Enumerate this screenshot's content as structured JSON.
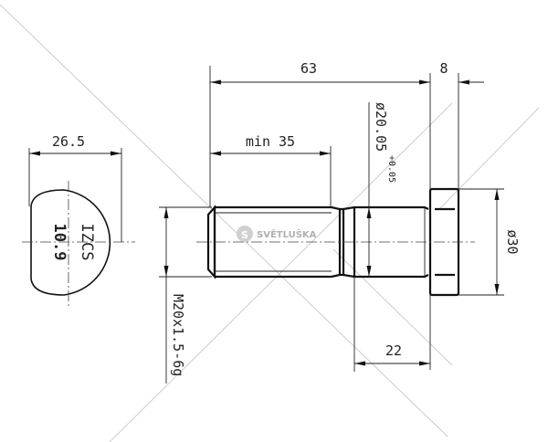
{
  "drawing": {
    "dimensions": {
      "head_width": "26.5",
      "overall_length": "63",
      "head_height": "8",
      "thread_length": "min 35",
      "shank_diameter": "ø20.05",
      "shank_tolerance": "+0.05",
      "head_diameter": "ø30",
      "thread_spec": "M20x1.5-6g",
      "shank_length": "22"
    },
    "head_marking": {
      "line1": "IZCS",
      "line2": "10.9"
    },
    "watermark": {
      "text": "SVĚTLUŠKA",
      "logo_letter": "S"
    }
  }
}
